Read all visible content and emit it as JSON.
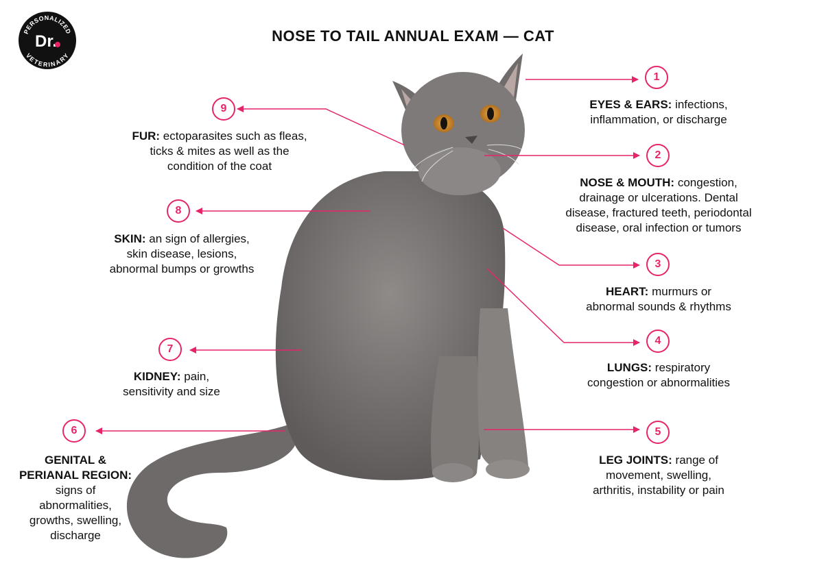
{
  "title": "NOSE TO TAIL ANNUAL EXAM — CAT",
  "logo": {
    "top_text": "PERSONALIZED",
    "bottom_text": "VETERINARY",
    "mark": "Dr."
  },
  "accent_color": "#e6246a",
  "callouts": [
    {
      "num": "1",
      "head": "EYES & EARS:",
      "lines": [
        "infections,",
        "inflammation, or discharge"
      ]
    },
    {
      "num": "2",
      "head": "NOSE & MOUTH:",
      "lines": [
        "congestion,",
        "drainage or ulcerations. Dental",
        "disease, fractured teeth, periodontal",
        "disease, oral infection or tumors"
      ]
    },
    {
      "num": "3",
      "head": "HEART:",
      "lines": [
        "murmurs or",
        "abnormal sounds & rhythms"
      ]
    },
    {
      "num": "4",
      "head": "LUNGS:",
      "lines": [
        "respiratory",
        "congestion or abnormalities"
      ]
    },
    {
      "num": "5",
      "head": "LEG JOINTS:",
      "lines": [
        "range of",
        "movement, swelling,",
        "arthritis, instability or pain"
      ]
    },
    {
      "num": "6",
      "head": "GENITAL &",
      "head2": "PERIANAL REGION:",
      "lines": [
        "signs of",
        "abnormalities,",
        "growths, swelling,",
        "discharge"
      ]
    },
    {
      "num": "7",
      "head": "KIDNEY:",
      "lines": [
        "pain,",
        "sensitivity and size"
      ]
    },
    {
      "num": "8",
      "head": "SKIN:",
      "lines": [
        "an sign of allergies,",
        "skin disease, lesions,",
        "abnormal bumps or growths"
      ]
    },
    {
      "num": "9",
      "head": "FUR:",
      "lines": [
        "ectoparasites such as fleas,",
        "ticks & mites as well as the",
        "condition of the coat"
      ]
    }
  ]
}
